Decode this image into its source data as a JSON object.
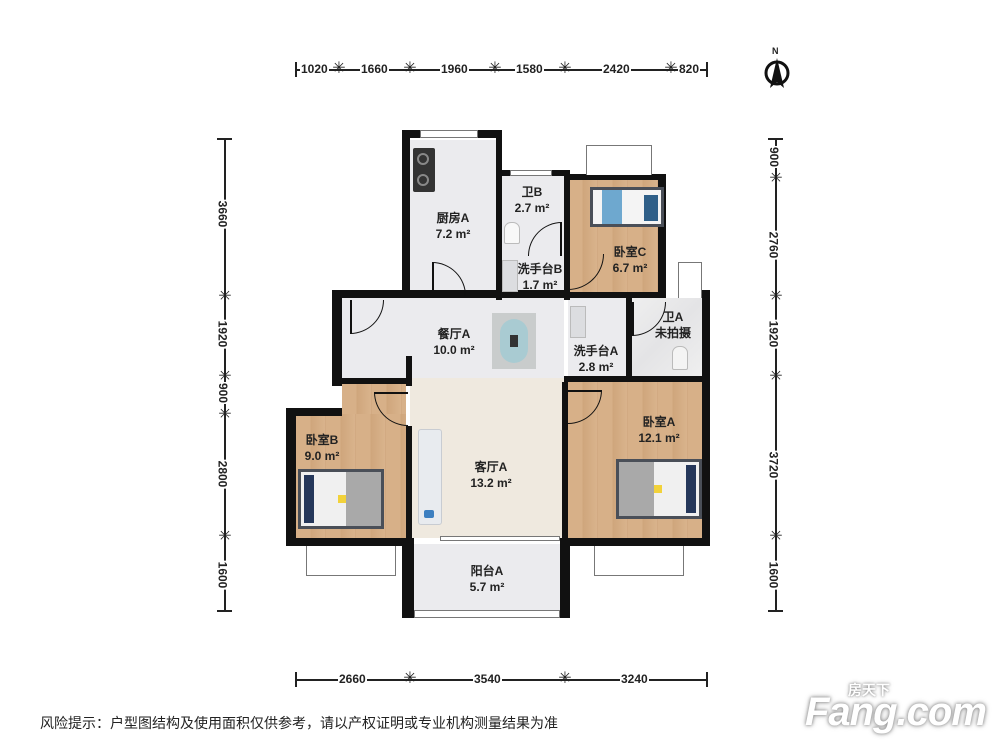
{
  "dimensions": {
    "top": [
      "1020",
      "1660",
      "1960",
      "1580",
      "2420",
      "820"
    ],
    "bottom": [
      "2660",
      "3540",
      "3240"
    ],
    "left": [
      "3660",
      "1920",
      "900",
      "2800",
      "1600"
    ],
    "right": [
      "900",
      "2760",
      "1920",
      "3720",
      "1600"
    ]
  },
  "compass": {
    "label": "N"
  },
  "rooms": {
    "kitchen": {
      "name": "厨房A",
      "area": "7.2 m²"
    },
    "bath_b": {
      "name": "卫B",
      "area": "2.7 m²"
    },
    "basin_b": {
      "name": "洗手台B",
      "area": "1.7 m²"
    },
    "bedroom_c": {
      "name": "卧室C",
      "area": "6.7 m²"
    },
    "dining": {
      "name": "餐厅A",
      "area": "10.0 m²"
    },
    "basin_a": {
      "name": "洗手台A",
      "area": "2.8 m²"
    },
    "bath_a": {
      "name": "卫A",
      "area": "未拍摄"
    },
    "bedroom_b": {
      "name": "卧室B",
      "area": "9.0 m²"
    },
    "living": {
      "name": "客厅A",
      "area": "13.2 m²"
    },
    "bedroom_a": {
      "name": "卧室A",
      "area": "12.1 m²"
    },
    "balcony": {
      "name": "阳台A",
      "area": "5.7 m²"
    }
  },
  "footer": {
    "disclaimer": "风险提示：户型图结构及使用面积仅供参考，请以产权证明或专业机构测量结果为准",
    "logo_main": "Fang.com",
    "logo_cn": "房天下"
  },
  "colors": {
    "wall": "#111111",
    "wood": "#d7b088",
    "tile": "#ebebee"
  }
}
